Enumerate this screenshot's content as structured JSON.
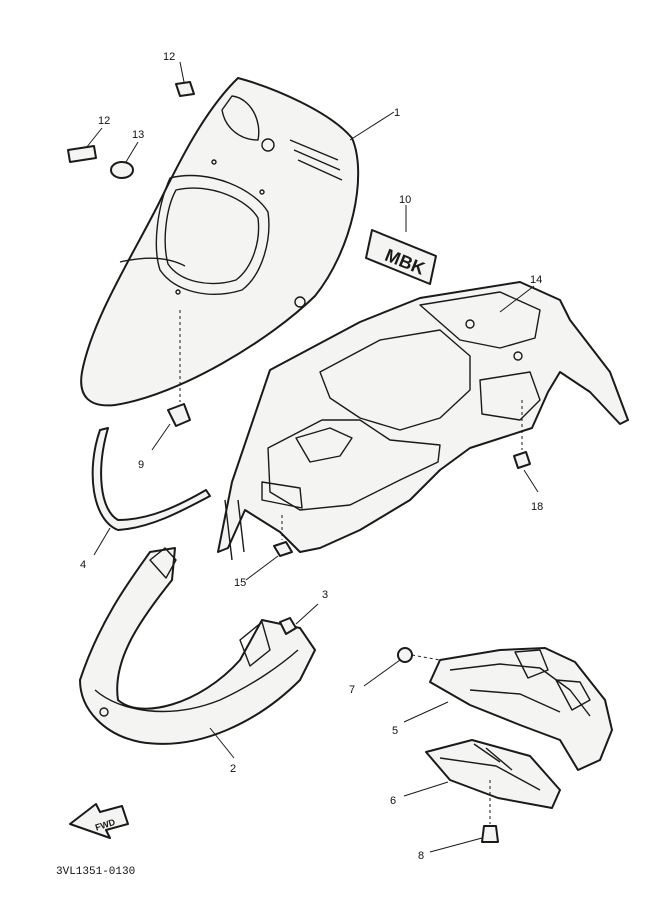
{
  "diagram": {
    "part_labels": {
      "p1": "1",
      "p2": "2",
      "p3": "3",
      "p4": "4",
      "p5": "5",
      "p6": "6",
      "p7": "7",
      "p8": "8",
      "p9": "9",
      "p10": "10",
      "p12a": "12",
      "p12b": "12",
      "p13": "13",
      "p14": "14",
      "p15": "15",
      "p18": "18"
    },
    "emblem_text": "MBK",
    "direction_arrow_text": "FWD",
    "drawing_code": "3VL1351-0130"
  }
}
